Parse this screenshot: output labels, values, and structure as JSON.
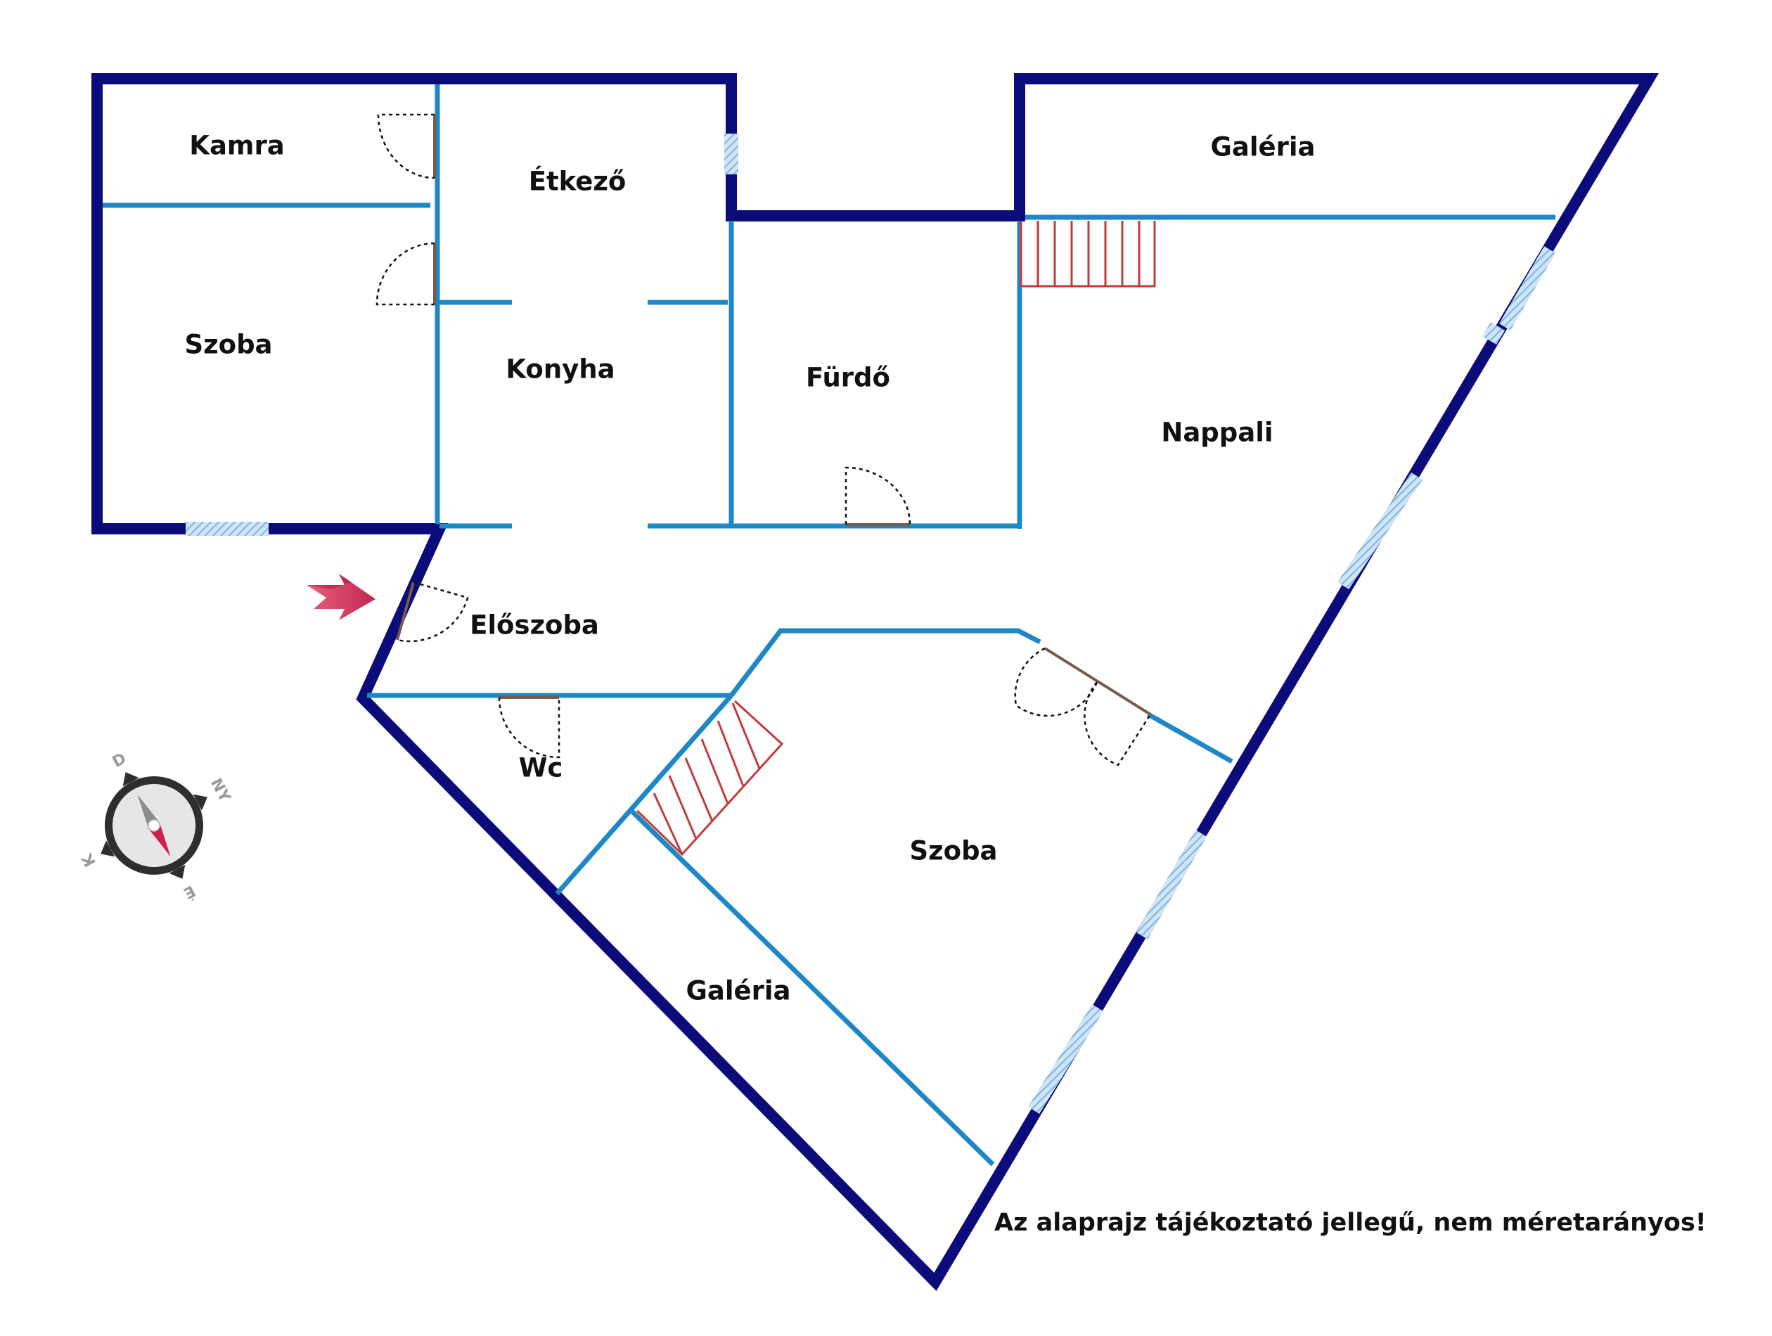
{
  "rooms": {
    "kamra": "Kamra",
    "etkezo": "Étkező",
    "galeria_top": "Galéria",
    "szoba_left": "Szoba",
    "konyha": "Konyha",
    "furdo": "Fürdő",
    "nappali": "Nappali",
    "eloszoba": "Előszoba",
    "wc": "Wc",
    "szoba_center": "Szoba",
    "galeria_bottom": "Galéria"
  },
  "compass": {
    "north": "D",
    "east": "NY",
    "south": "É",
    "west": "K"
  },
  "disclaimer": "Az alaprajz tájékoztató jellegű, nem méretarányos!",
  "colors": {
    "outer_wall": "#0b0b7a",
    "inner_wall": "#1e88c7",
    "window": "#9cc6ea",
    "stairs": "#c23b3b",
    "entrance_arrow": "#d4345e"
  }
}
